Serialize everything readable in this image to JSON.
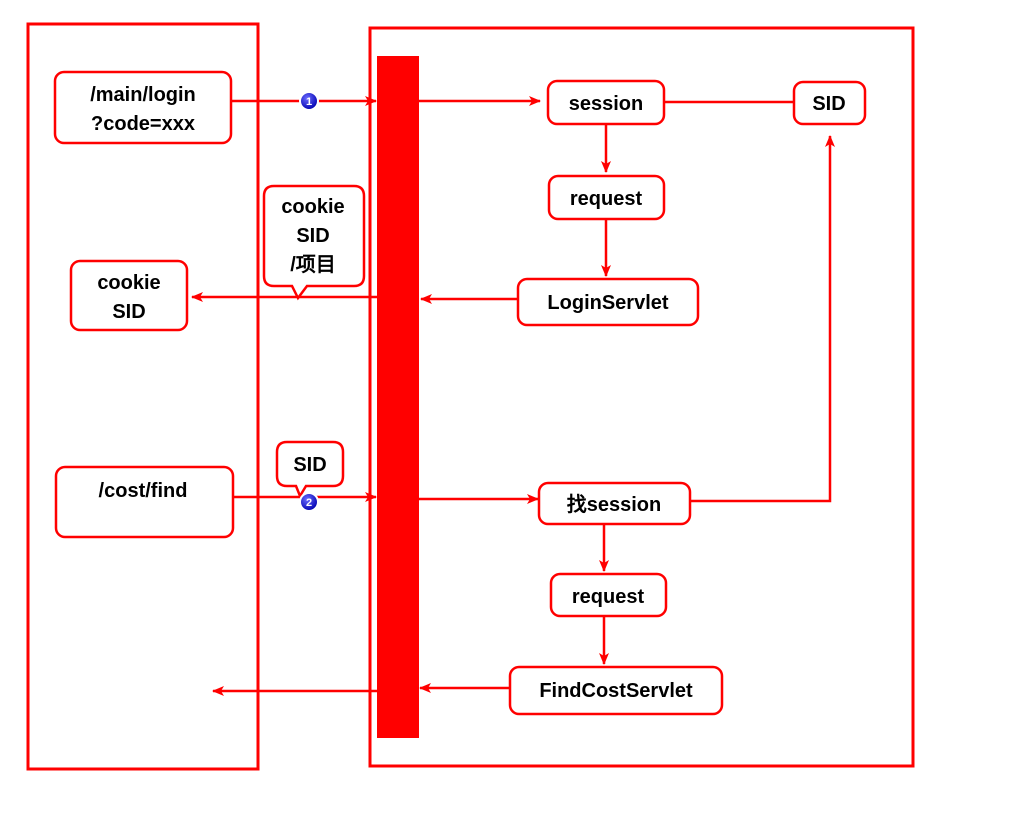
{
  "colors": {
    "accent": "#ff0000",
    "box_fill": "#ffffff",
    "text": "#000000",
    "step_marker": "#1a1aff"
  },
  "client": {
    "login_url_line1": "/main/login",
    "login_url_line2": "?code=xxx",
    "cookie_line1": "cookie",
    "cookie_line2": "SID",
    "find_url": "/cost/find"
  },
  "server": {
    "session": "session",
    "sid": "SID",
    "request_1": "request",
    "login_servlet": "LoginServlet",
    "find_session": "找session",
    "request_2": "request",
    "find_cost_servlet": "FindCostServlet"
  },
  "callouts": {
    "response_line1": "cookie",
    "response_line2": "SID",
    "response_line3": "/项目",
    "request_sid": "SID"
  },
  "steps": {
    "step_1": "1",
    "step_2": "2"
  }
}
